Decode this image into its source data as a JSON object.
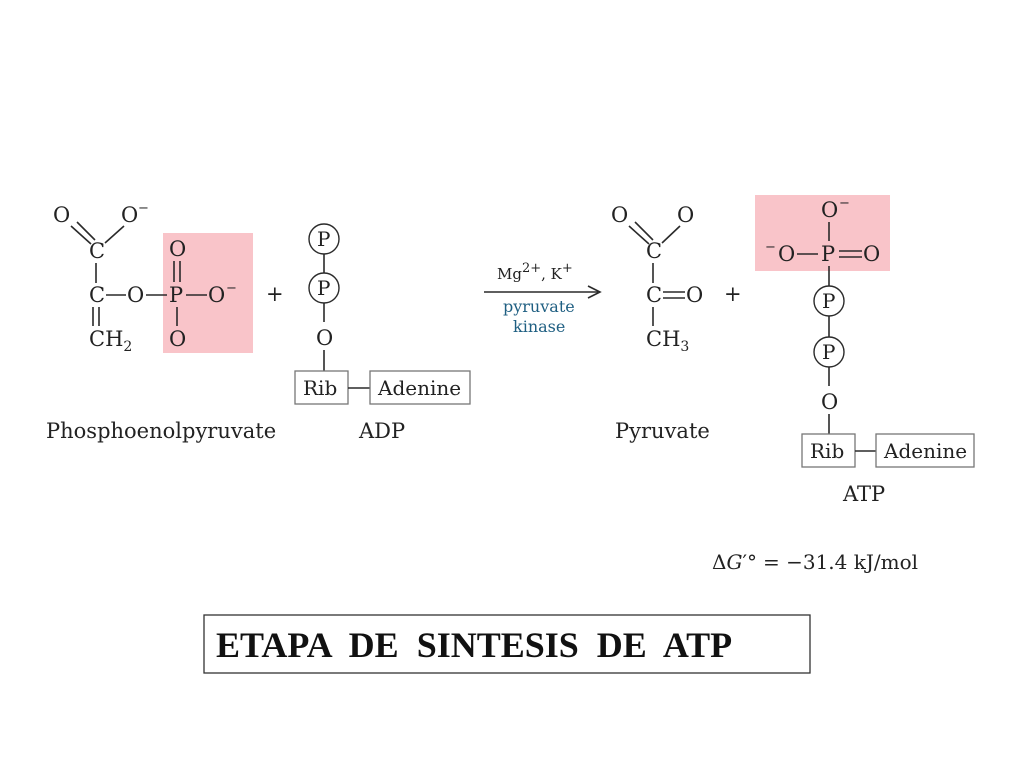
{
  "colors": {
    "phosphate_highlight": "#f9c4c9",
    "catalyst_text": "#1f5f82"
  },
  "atoms": {
    "C": "C",
    "O": "O",
    "P": "P",
    "CH": "CH",
    "minus": "−",
    "plus": "+",
    "sub2": "2",
    "sub3": "3",
    "neg_sup": "−"
  },
  "pep": {
    "name": "Phosphoenolpyruvate"
  },
  "adp": {
    "name": "ADP",
    "rib": "Rib",
    "adenine": "Adenine"
  },
  "reaction": {
    "mg": "Mg",
    "mg_sup": "2+",
    "k": ", K",
    "k_sup": "+",
    "enzyme_line1": "pyruvate",
    "enzyme_line2": "kinase"
  },
  "pyruvate": {
    "name": "Pyruvate"
  },
  "atp": {
    "name": "ATP",
    "rib": "Rib",
    "adenine": "Adenine"
  },
  "delta_g": {
    "delta": "Δ",
    "g": "G",
    "prime_deg": "′°",
    "value": "= −31.4 kJ/mol"
  },
  "caption": {
    "text": "ETAPA  DE  SINTESIS  DE  ATP"
  }
}
